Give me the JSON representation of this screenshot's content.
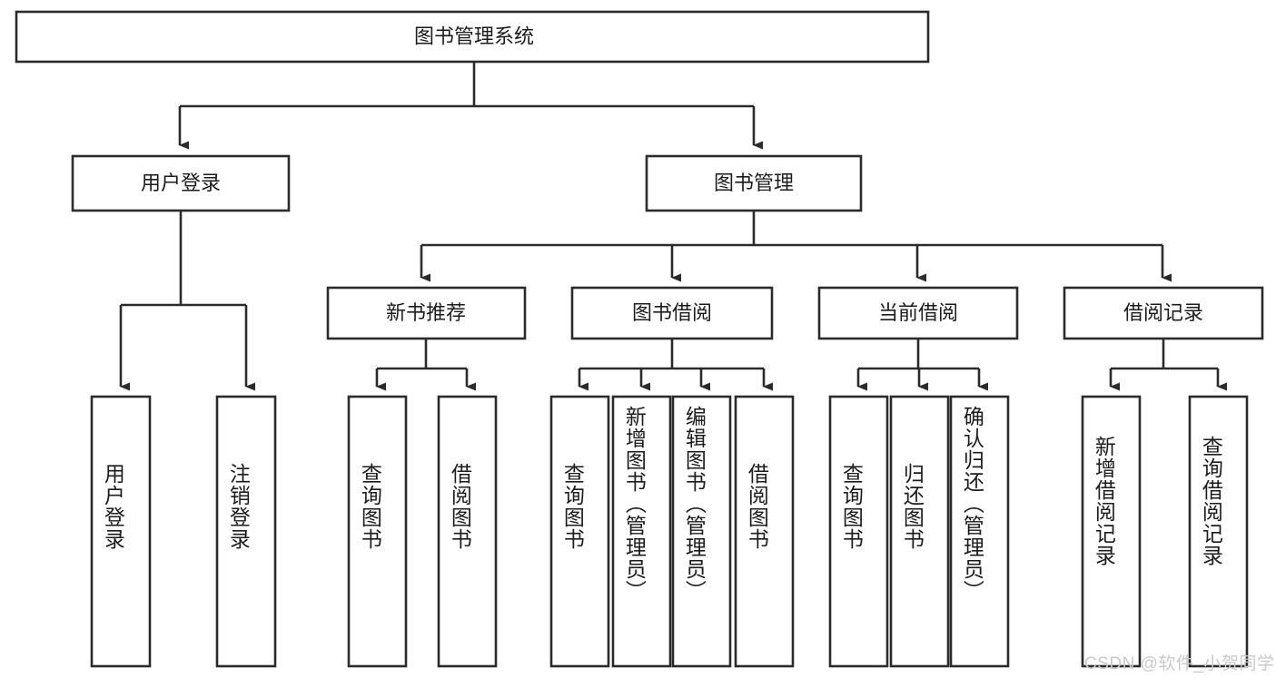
{
  "diagram": {
    "title": "图书管理系统",
    "type": "hierarchy-tree",
    "watermark": "CSDN @软件_小贺同学",
    "colors": {
      "stroke": "#2b2b2b",
      "fill": "#ffffff",
      "text": "#1c1c1c",
      "watermark": "#c9c9c9"
    },
    "levels": {
      "root": {
        "label": "图书管理系统"
      },
      "level2": [
        {
          "label": "用户登录"
        },
        {
          "label": "图书管理"
        }
      ],
      "level3": [
        {
          "label": "新书推荐"
        },
        {
          "label": "图书借阅"
        },
        {
          "label": "当前借阅"
        },
        {
          "label": "借阅记录"
        }
      ]
    },
    "leaves": {
      "user_login": [
        {
          "label": "用户登录"
        },
        {
          "label": "注销登录"
        }
      ],
      "new_book_recommend": [
        {
          "label": "查询图书"
        },
        {
          "label": "借阅图书"
        }
      ],
      "book_borrow": [
        {
          "label": "查询图书"
        },
        {
          "label": "新增图书（管理员）"
        },
        {
          "label": "编辑图书（管理员）"
        },
        {
          "label": "借阅图书"
        }
      ],
      "current_borrow": [
        {
          "label": "查询图书"
        },
        {
          "label": "归还图书"
        },
        {
          "label": "确认归还（管理员）"
        }
      ],
      "borrow_record": [
        {
          "label": "新增借阅记录"
        },
        {
          "label": "查询借阅记录"
        }
      ]
    }
  }
}
